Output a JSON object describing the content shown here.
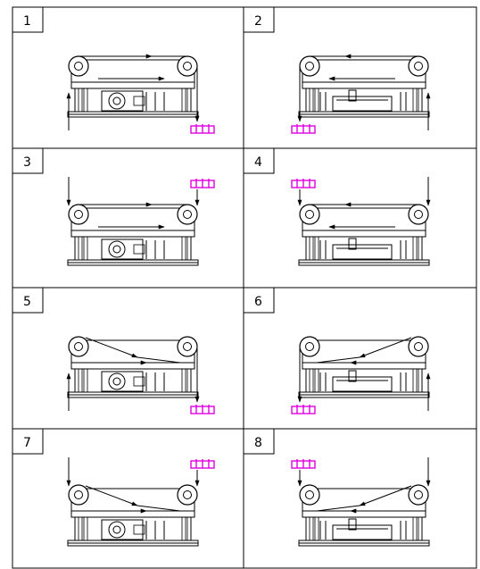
{
  "panels": [
    {
      "label": "1"
    },
    {
      "label": "2"
    },
    {
      "label": "3"
    },
    {
      "label": "4"
    },
    {
      "label": "5"
    },
    {
      "label": "6"
    },
    {
      "label": "7"
    },
    {
      "label": "8"
    }
  ],
  "colors": {
    "line": "#000000",
    "accent": "#e000e0",
    "background": "#ffffff"
  }
}
